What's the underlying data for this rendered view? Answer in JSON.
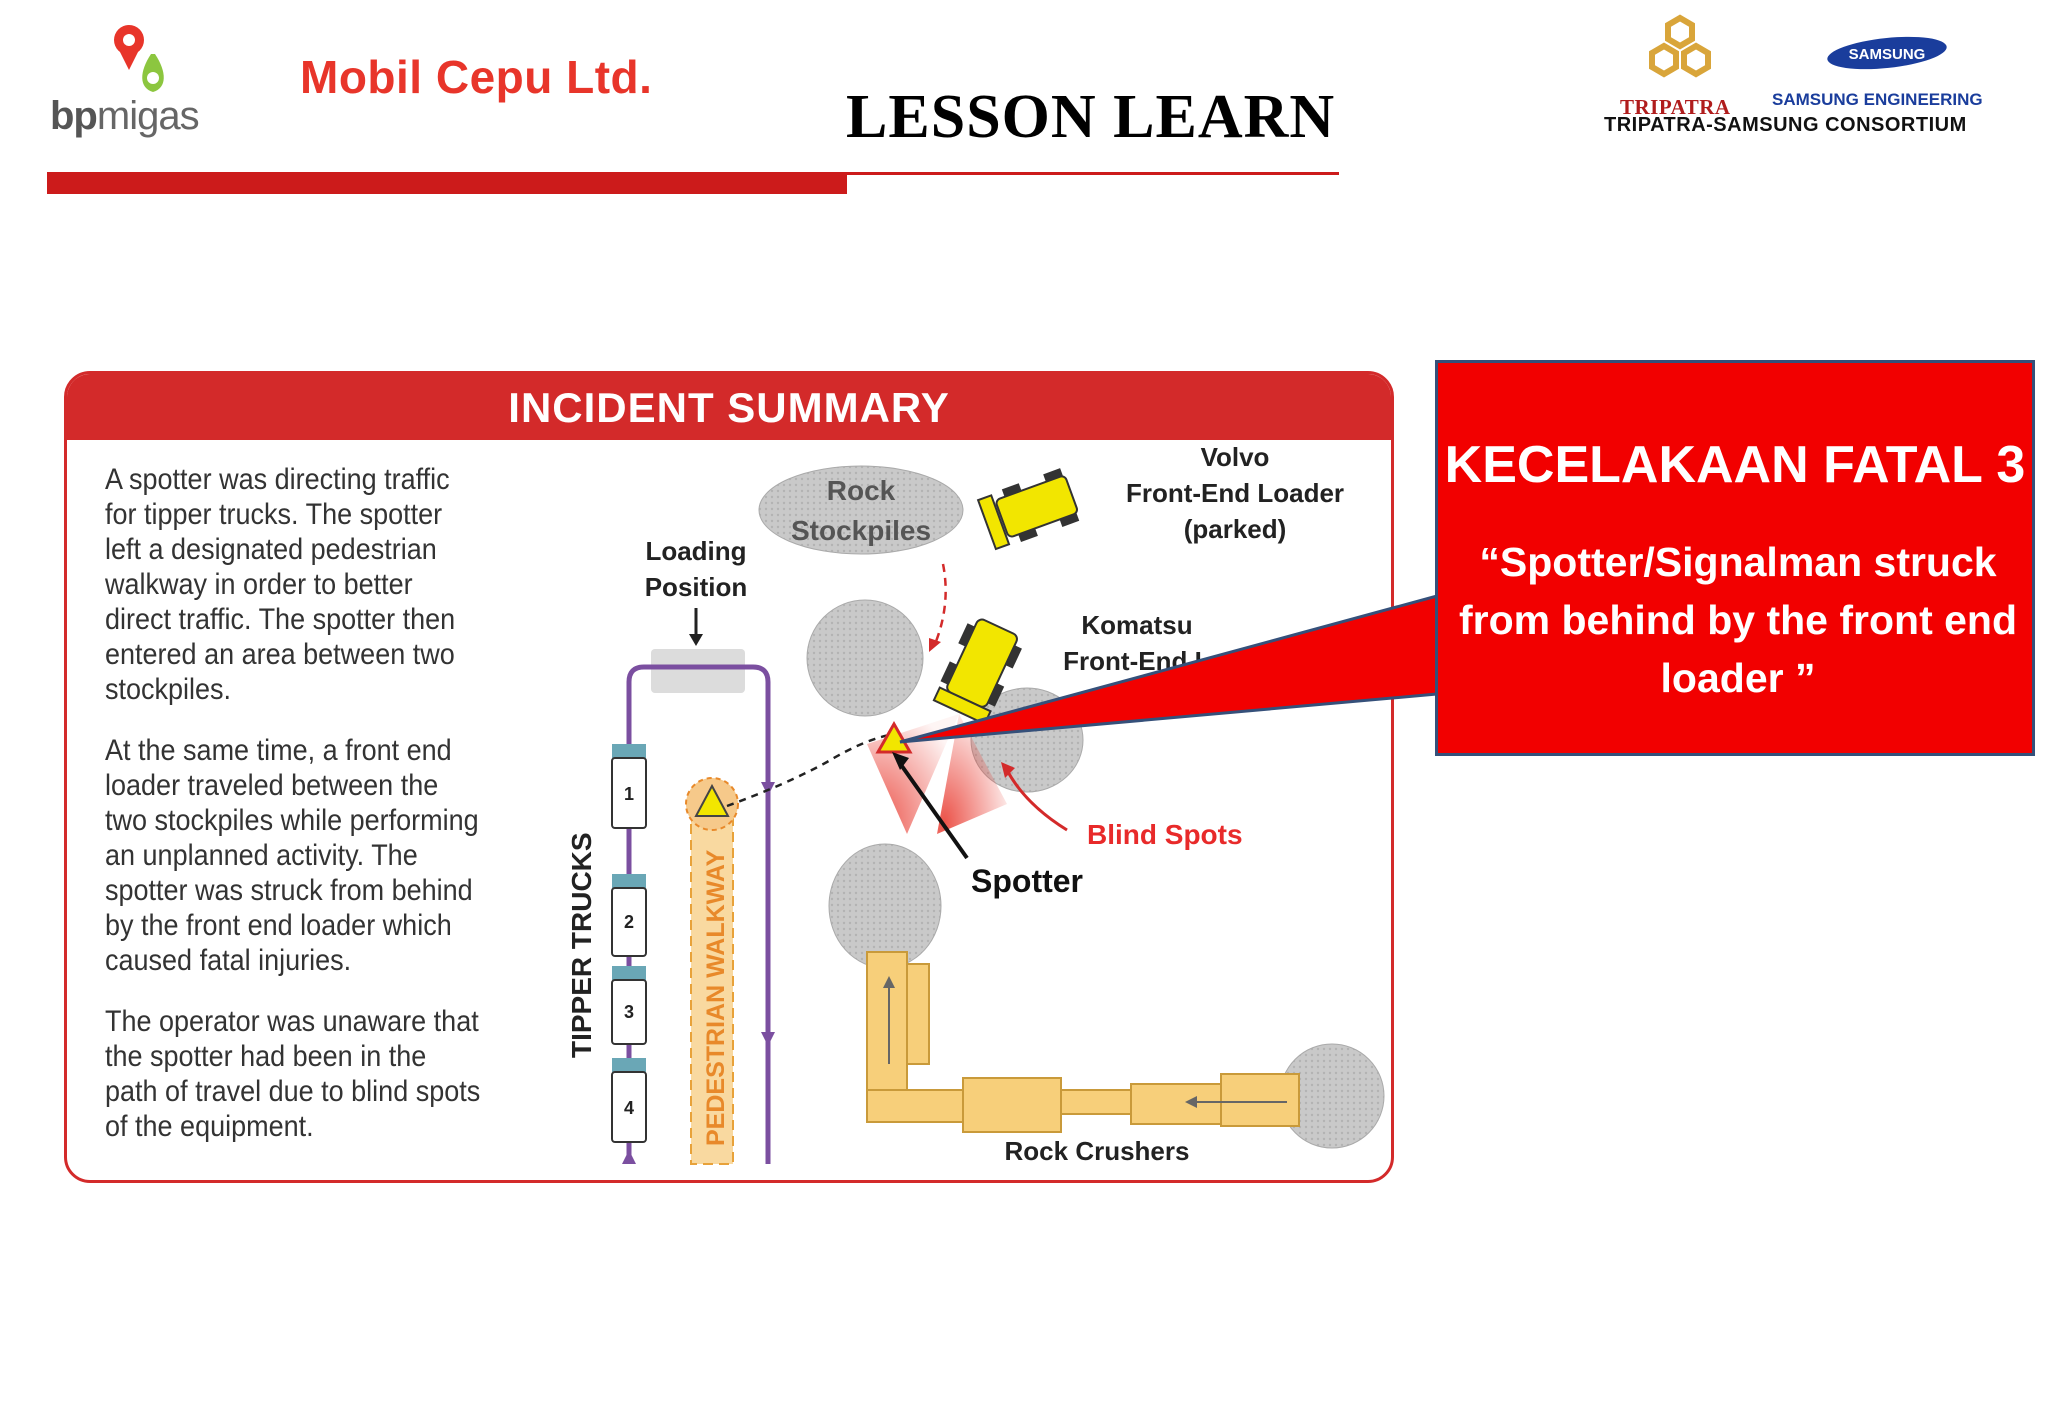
{
  "header": {
    "bp_logo": {
      "text_bp": "bp",
      "text_migas": "migas",
      "colors": {
        "pin": "#e8352a",
        "drop": "#8cc63f"
      }
    },
    "company": "Mobil Cepu Ltd.",
    "title": "LESSON LEARN",
    "partner": {
      "tripatra": "TRIPATRA",
      "samsung_logo": "SAMSUNG",
      "samsung_engineering": "SAMSUNG ENGINEERING",
      "consortium": "TRIPATRA-SAMSUNG CONSORTIUM"
    },
    "accent_color": "#cc1b1b"
  },
  "incident_summary": {
    "heading": "INCIDENT SUMMARY",
    "paragraphs": [
      "A spotter was directing traffic for tipper trucks. The spotter left a designated pedestrian walkway in order to better direct traffic. The spotter then entered an area between two stockpiles.",
      "At the same time, a front end loader traveled between the two stockpiles while performing an unplanned activity. The spotter was struck from behind by the front end loader which caused fatal injuries.",
      "The operator was unaware that the spotter had been in the path of travel due to blind spots of the equipment."
    ],
    "diagram": {
      "rock_stockpiles": [
        "Rock",
        "Stockpiles"
      ],
      "loading_position": [
        "Loading",
        "Position"
      ],
      "volvo": [
        "Volvo",
        "Front-End Loader",
        "(parked)"
      ],
      "komatsu": [
        "Komatsu",
        "Front-End Loa"
      ],
      "blind_spots": "Blind Spots",
      "spotter": "Spotter",
      "tipper_trucks": "TIPPER TRUCKS",
      "pedestrian_walkway": "PEDESTRIAN WALKWAY",
      "truck_numbers": [
        "1",
        "2",
        "3",
        "4"
      ],
      "rock_crushers": "Rock Crushers"
    }
  },
  "callout": {
    "title": "KECELAKAAN FATAL 3",
    "text": "“Spotter/Signalman struck from behind by the front end loader ”"
  }
}
